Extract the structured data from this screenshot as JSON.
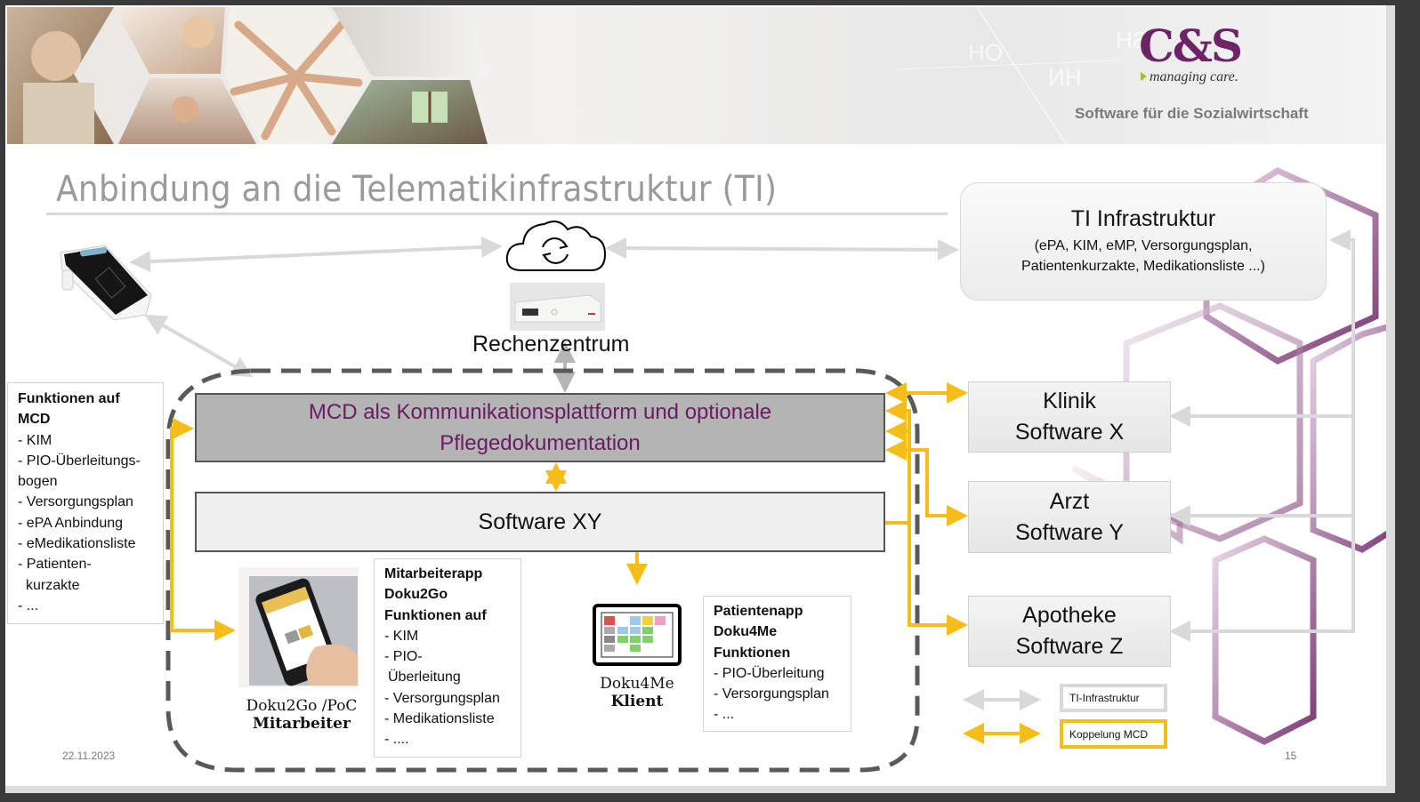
{
  "header": {
    "brand_logo": "C&S",
    "brand_tagline": "managing care.",
    "brand_subtitle": "Software für die Sozialwirtschaft",
    "background_glyphs": [
      "НО",
      "ИН",
      "SH"
    ],
    "brand_color": "#6d2467",
    "tagline_accent_color": "#a8c02a"
  },
  "slide": {
    "title": "Anbindung an die Telematikinfrastruktur (TI)",
    "date": "22.11.2023",
    "page_number": "15"
  },
  "nodes": {
    "ti_infrastructure": {
      "title": "TI Infrastruktur",
      "subtitle_line1": "(ePA, KIM, eMP, Versorgungsplan,",
      "subtitle_line2": "Patientenkurzakte, Medikationsliste  ...)"
    },
    "cloud": {
      "icon": "cloud-sync-icon"
    },
    "connector_device": {
      "icon": "ti-connector-icon"
    },
    "card_terminal": {
      "icon": "card-terminal-icon"
    },
    "datacenter_label": "Rechenzentrum",
    "mcd": {
      "line1": "MCD als Kommunikationsplattform und optionale",
      "line2": "Pflegedokumentation",
      "text_color": "#6a1b63"
    },
    "software_xy": "Software XY",
    "external": [
      {
        "line1": "Klinik",
        "line2": "Software X"
      },
      {
        "line1": "Arzt",
        "line2": "Software Y"
      },
      {
        "line1": "Apotheke",
        "line2": "Software Z"
      }
    ],
    "doku2go": {
      "caption_line1": "Doku2Go /PoC",
      "caption_line2": "Mitarbeiter",
      "icon": "smartphone-app-icon"
    },
    "doku4me": {
      "caption_line1": "Doku4Me",
      "caption_line2": "Klient",
      "icon": "tablet-app-icon"
    }
  },
  "lists": {
    "mcd_functions": {
      "heading_line1": "Funktionen auf",
      "heading_line2": "MCD",
      "items": [
        "- KIM",
        "- PIO-Überleitungs-",
        "bogen",
        "- Versorgungsplan",
        "- ePA Anbindung",
        "- eMedikationsliste",
        "- Patienten-",
        "kurzakte",
        "- ..."
      ]
    },
    "doku2go_functions": {
      "heading_line1": "Mitarbeiterapp",
      "heading_line2": "Doku2Go",
      "heading_line3": "Funktionen auf",
      "items": [
        "- KIM",
        "- PIO-",
        "Überleitung",
        "- Versorgungsplan",
        "- Medikationsliste",
        "- ...."
      ]
    },
    "doku4me_functions": {
      "heading_line1": "Patientenapp",
      "heading_line2": "Doku4Me",
      "heading_line3": "Funktionen",
      "items": [
        "- PIO-Überleitung",
        "- Versorgungsplan",
        "- ..."
      ]
    }
  },
  "legend": {
    "ti": {
      "label": "TI-Infrastruktur",
      "color": "#d9d9d9"
    },
    "mcd": {
      "label": "Koppelung MCD",
      "color": "#f5bd1a"
    }
  }
}
